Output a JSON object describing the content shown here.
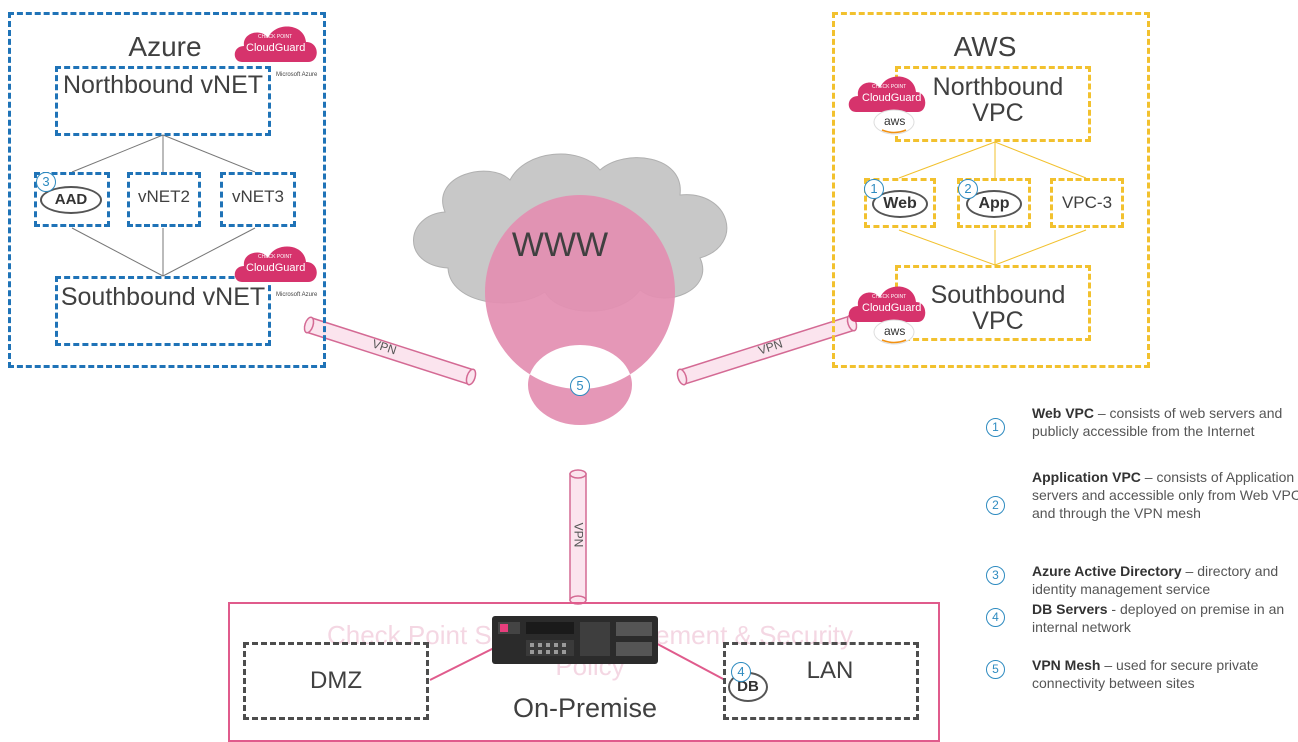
{
  "azure": {
    "title": "Azure",
    "northbound": "Northbound vNET",
    "southbound": "Southbound vNET",
    "nodes": [
      "AAD",
      "vNET2",
      "vNET3"
    ],
    "badge_small": "CHECK POINT",
    "badge_main": "CloudGuard",
    "badge_sub": "Microsoft Azure"
  },
  "aws": {
    "title": "AWS",
    "northbound": "Northbound VPC",
    "southbound": "Southbound VPC",
    "nodes": [
      "Web",
      "App",
      "VPC-3"
    ],
    "badge_small": "CHECK POINT",
    "badge_main": "CloudGuard",
    "badge_sub": "aws"
  },
  "internet": {
    "label": "WWW"
  },
  "vpn_label": "VPN",
  "mesh_number": "5",
  "onprem": {
    "title": "On-Premise",
    "dmz": "DMZ",
    "lan": "LAN",
    "db": "DB",
    "watermark": "Check Point Security Management & Security Policy"
  },
  "markers": {
    "web": "1",
    "app": "2",
    "aad": "3",
    "db": "4"
  },
  "legend": [
    {
      "num": "1",
      "title": "Web VPC",
      "text": " – consists of web servers and publicly accessible from the Internet"
    },
    {
      "num": "2",
      "title": "Application  VPC",
      "text": " – consists of Application servers and accessible only from Web VPC  and through the VPN mesh"
    },
    {
      "num": "3",
      "title": "Azure Active Directory",
      "text": " – directory and identity management service"
    },
    {
      "num": "4",
      "title": "DB Servers",
      "text": "  - deployed on premise in an internal network"
    },
    {
      "num": "5",
      "title": "VPN Mesh",
      "text": " – used for secure private connectivity between sites"
    }
  ],
  "colors": {
    "azure": "#1f73b7",
    "aws": "#f2c12e",
    "mesh": "#e38fb1",
    "cloud": "#c8c8c8",
    "badge": "#d6336c",
    "onprem": "#e05b8c"
  }
}
